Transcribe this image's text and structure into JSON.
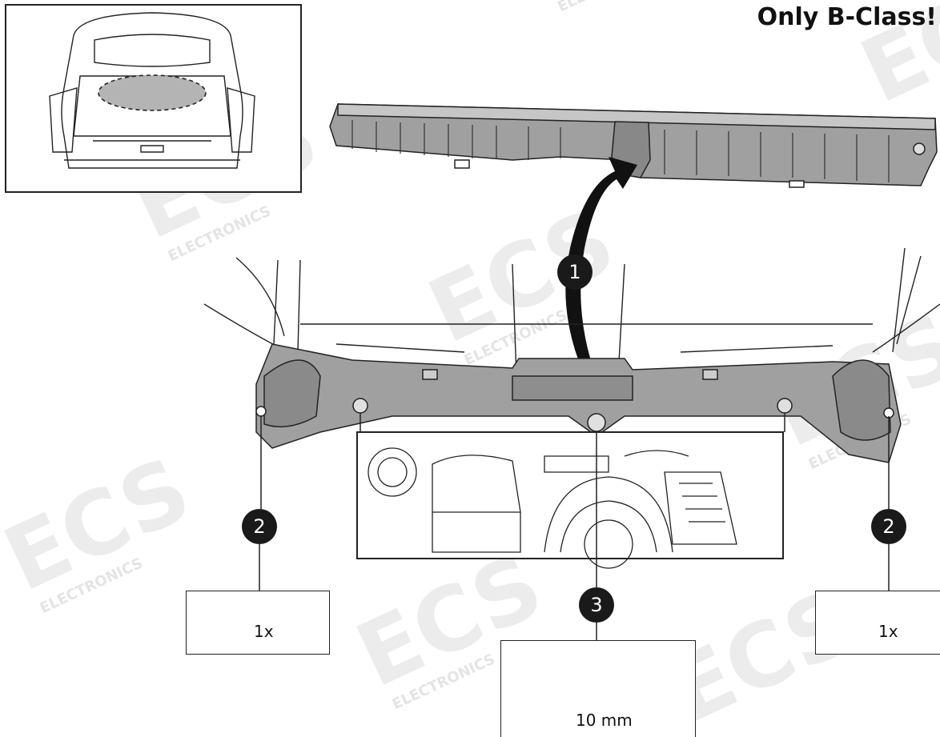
{
  "heading": "Only B-Class!",
  "watermark": {
    "brand": "ECS",
    "subtitle": "ELECTRONICS"
  },
  "callouts": {
    "step1": "1",
    "step2_left": "2",
    "step2_right": "2",
    "step3": "3"
  },
  "tools": {
    "left": {
      "icon": "torx-screwdriver-icon",
      "quantity": "1x"
    },
    "right": {
      "icon": "torx-screwdriver-icon",
      "quantity": "1x"
    },
    "center": {
      "icon": "ratchet-wrench-with-socket-icon",
      "size": "10 mm"
    }
  },
  "colors": {
    "panel_fill": "#a0a0a0",
    "panel_dark": "#7e7e7e",
    "line": "#222222",
    "callout": "#1a1a1a",
    "watermark": "#e4e4e4"
  }
}
